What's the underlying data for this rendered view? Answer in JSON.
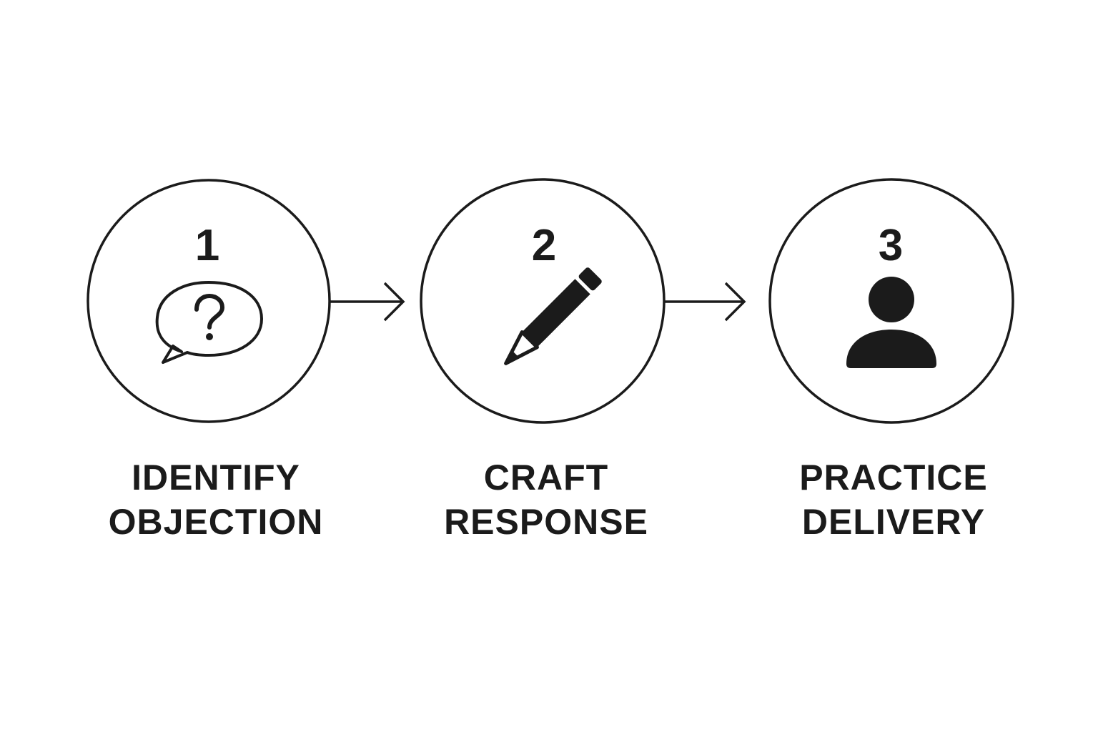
{
  "steps": [
    {
      "number": "1",
      "label_line1": "IDENTIFY",
      "label_line2": "OBJECTION",
      "icon": "speech-bubble-question-icon"
    },
    {
      "number": "2",
      "label_line1": "CRAFT",
      "label_line2": "RESPONSE",
      "icon": "pencil-icon"
    },
    {
      "number": "3",
      "label_line1": "PRACTICE",
      "label_line2": "DELIVERY",
      "icon": "person-icon"
    }
  ],
  "colors": {
    "ink": "#1b1b1b",
    "background": "#ffffff"
  }
}
